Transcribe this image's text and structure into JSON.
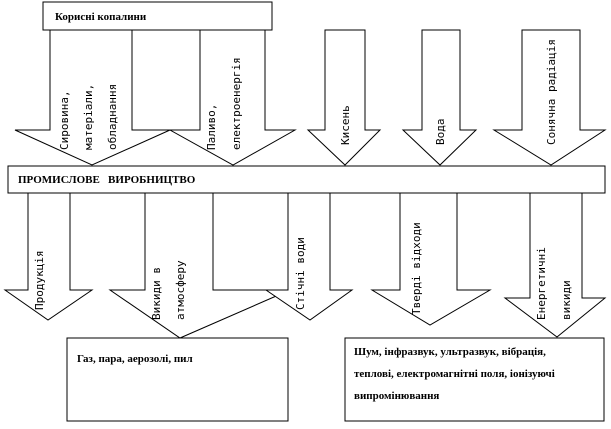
{
  "top_box": "Корисні копалини",
  "inputs": {
    "raw": [
      "Сировина,",
      "матеріали,",
      "обладнання"
    ],
    "fuel": [
      "Паливо,",
      "електроенергія"
    ],
    "oxygen": "Кисень",
    "water": "Вода",
    "solar": "Сонячна радіація"
  },
  "main_box": "ПРОМИСЛОВЕ   ВИРОБНИЦТВО",
  "outputs": {
    "product": "Продукція",
    "emissions": [
      "Викиди в",
      "атмосферу"
    ],
    "wastewater": "Стічні води",
    "solid": "Тверді відходи",
    "energy": [
      "Енергетичні",
      "викиди"
    ]
  },
  "box_gas": "Газ, пара, аерозолі, пил",
  "box_energy": [
    "Шум, інфразвук, ультразвук, вібрація,",
    "теплові, електромагнітні поля, іонізуючі",
    "випромінювання"
  ]
}
